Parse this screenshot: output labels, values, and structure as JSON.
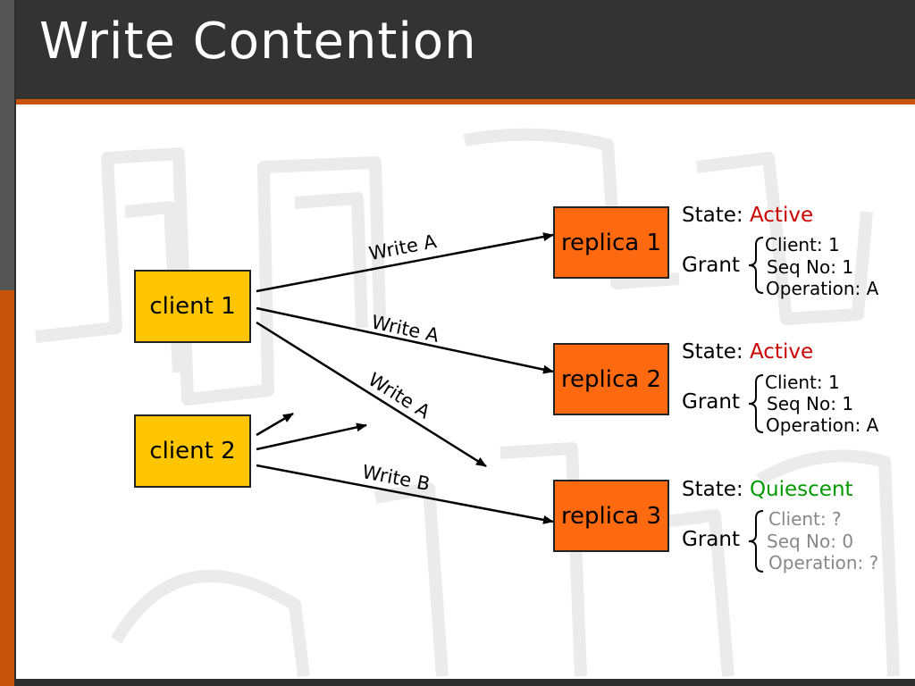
{
  "slide": {
    "title": "Write Contention"
  },
  "clients": [
    {
      "label": "client 1"
    },
    {
      "label": "client 2"
    }
  ],
  "replicas": [
    {
      "label": "replica 1",
      "state_prefix": "State: ",
      "state_value": "Active",
      "grant_label": "Grant",
      "grant": {
        "client": "Client: 1",
        "seq": "Seq No: 1",
        "operation": "Operation: A"
      }
    },
    {
      "label": "replica 2",
      "state_prefix": "State: ",
      "state_value": "Active",
      "grant_label": "Grant",
      "grant": {
        "client": "Client: 1",
        "seq": "Seq No: 1",
        "operation": "Operation: A"
      }
    },
    {
      "label": "replica 3",
      "state_prefix": "State: ",
      "state_value": "Quiescent",
      "grant_label": "Grant",
      "grant": {
        "client": "Client: ?",
        "seq": "Seq No: 0",
        "operation": "Operation: ?"
      }
    }
  ],
  "edges": [
    {
      "from": "client 1",
      "to": "replica 1",
      "label": "Write A"
    },
    {
      "from": "client 1",
      "to": "replica 2",
      "label": "Write A"
    },
    {
      "from": "client 1",
      "to": "replica 3",
      "label": "Write A"
    },
    {
      "from": "client 2",
      "to": "replica 3",
      "label": "Write B"
    },
    {
      "from": "client 2",
      "to": "",
      "label": ""
    },
    {
      "from": "client 2",
      "to": "",
      "label": ""
    }
  ],
  "colors": {
    "header": "#333333",
    "accent": "#c8540c",
    "client_fill": "#ffc600",
    "replica_fill": "#ff6a10",
    "state_active": "#cc0000",
    "state_quiescent": "#009900",
    "grant_unknown": "#888888"
  }
}
